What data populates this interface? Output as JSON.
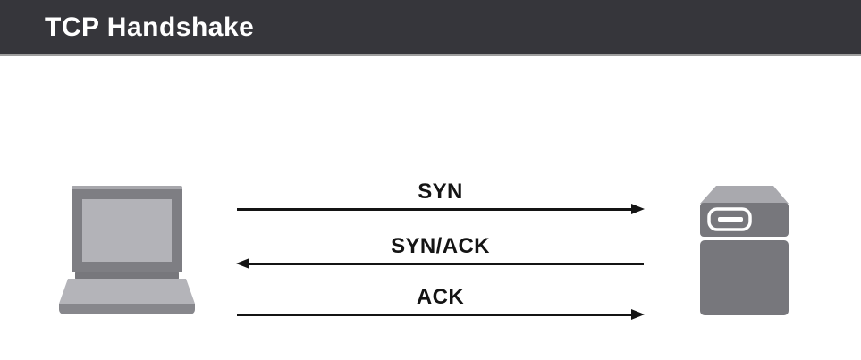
{
  "header": {
    "title": "TCP Handshake"
  },
  "diagram": {
    "client_icon": "laptop-icon",
    "server_icon": "server-icon",
    "messages": [
      {
        "label": "SYN",
        "direction": "left-to-right"
      },
      {
        "label": "SYN/ACK",
        "direction": "right-to-left"
      },
      {
        "label": "ACK",
        "direction": "left-to-right"
      }
    ]
  },
  "colors": {
    "header_bg": "#36363b",
    "header_text": "#ffffff",
    "header_border": "#9e9e9e",
    "arrow": "#141414",
    "icon_dark_gray": "#77777c",
    "icon_mid_gray": "#7e7e83",
    "icon_light_gray": "#b4b4b9",
    "icon_top_gray": "#a9a9ae",
    "background": "#ffffff"
  }
}
